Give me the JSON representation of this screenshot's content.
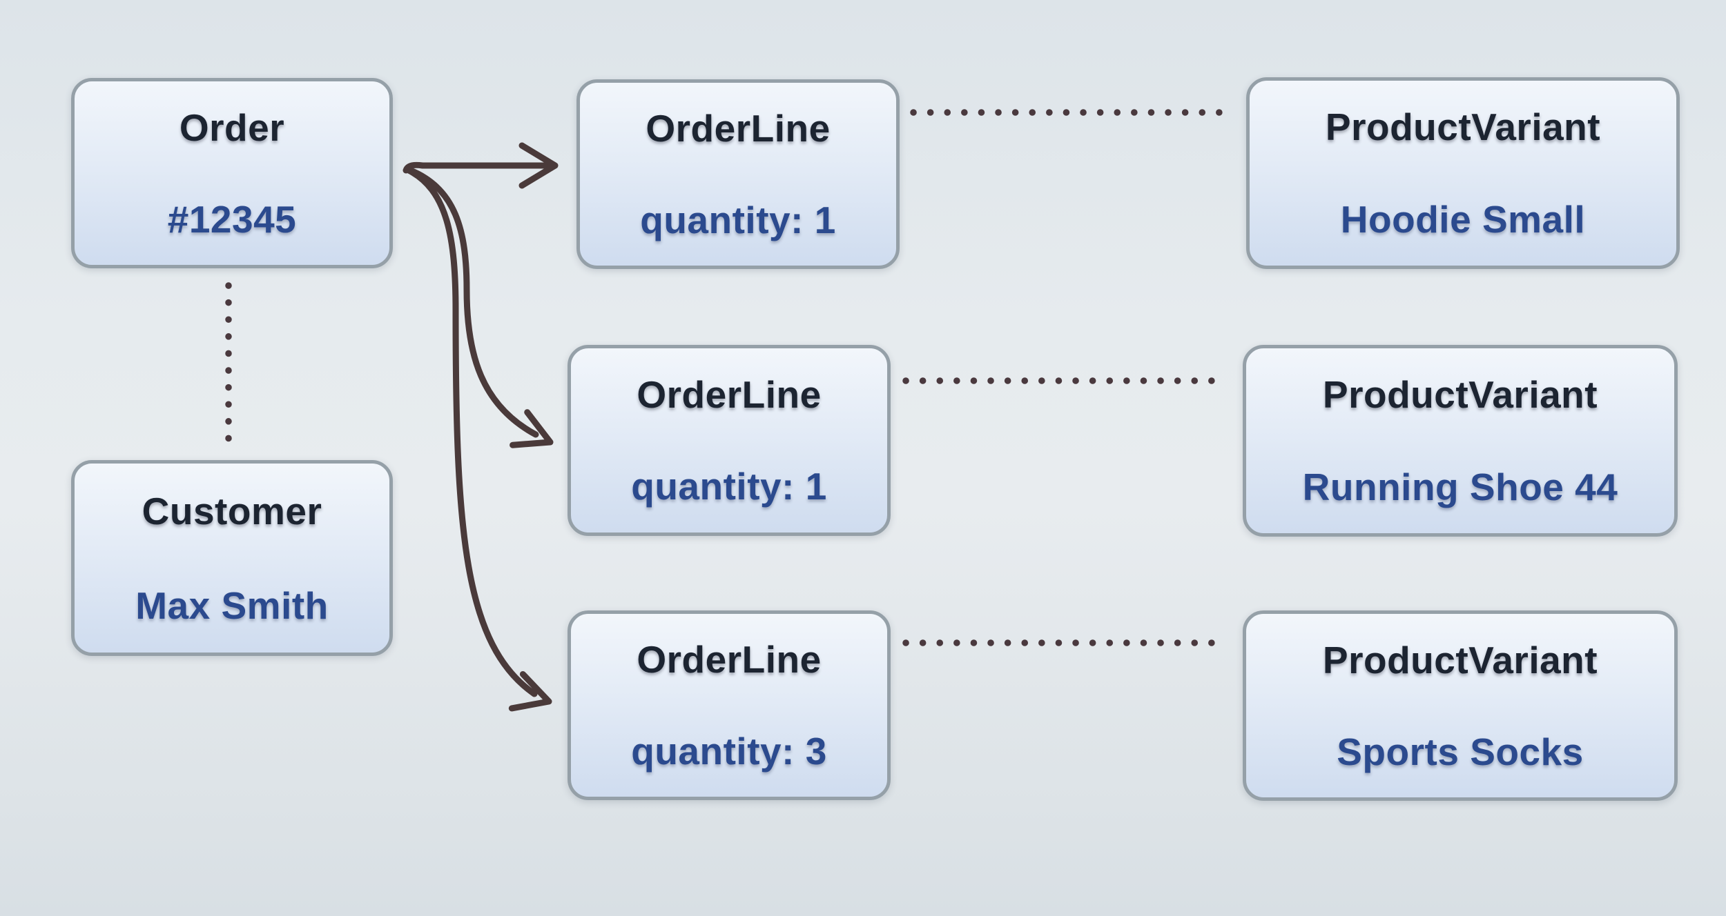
{
  "diagram": {
    "description": "Order domain model diagram",
    "nodes": [
      {
        "id": "order",
        "title": "Order",
        "value": "#12345"
      },
      {
        "id": "customer",
        "title": "Customer",
        "value": "Max Smith"
      },
      {
        "id": "orderline-1",
        "title": "OrderLine",
        "value": "quantity: 1"
      },
      {
        "id": "orderline-2",
        "title": "OrderLine",
        "value": "quantity: 1"
      },
      {
        "id": "orderline-3",
        "title": "OrderLine",
        "value": "quantity: 3"
      },
      {
        "id": "productvariant-1",
        "title": "ProductVariant",
        "value": "Hoodie Small"
      },
      {
        "id": "productvariant-2",
        "title": "ProductVariant",
        "value": "Running Shoe 44"
      },
      {
        "id": "productvariant-3",
        "title": "ProductVariant",
        "value": "Sports Socks"
      }
    ],
    "edges": [
      {
        "from": "order",
        "to": "customer",
        "style": "dotted"
      },
      {
        "from": "order",
        "to": "orderline-1",
        "style": "solid-arrow"
      },
      {
        "from": "order",
        "to": "orderline-2",
        "style": "solid-arrow"
      },
      {
        "from": "order",
        "to": "orderline-3",
        "style": "solid-arrow"
      },
      {
        "from": "orderline-1",
        "to": "productvariant-1",
        "style": "dotted"
      },
      {
        "from": "orderline-2",
        "to": "productvariant-2",
        "style": "dotted"
      },
      {
        "from": "orderline-3",
        "to": "productvariant-3",
        "style": "dotted"
      }
    ],
    "colors": {
      "background_top": "#dde4e9",
      "background_bottom": "#d8dfe4",
      "node_border": "#95a0a8",
      "node_fill_top": "#f2f6fb",
      "node_fill_bottom": "#cfdcef",
      "title_text": "#1c2431",
      "value_text": "#2b4a8e",
      "connector": "#4a3a3a"
    }
  }
}
